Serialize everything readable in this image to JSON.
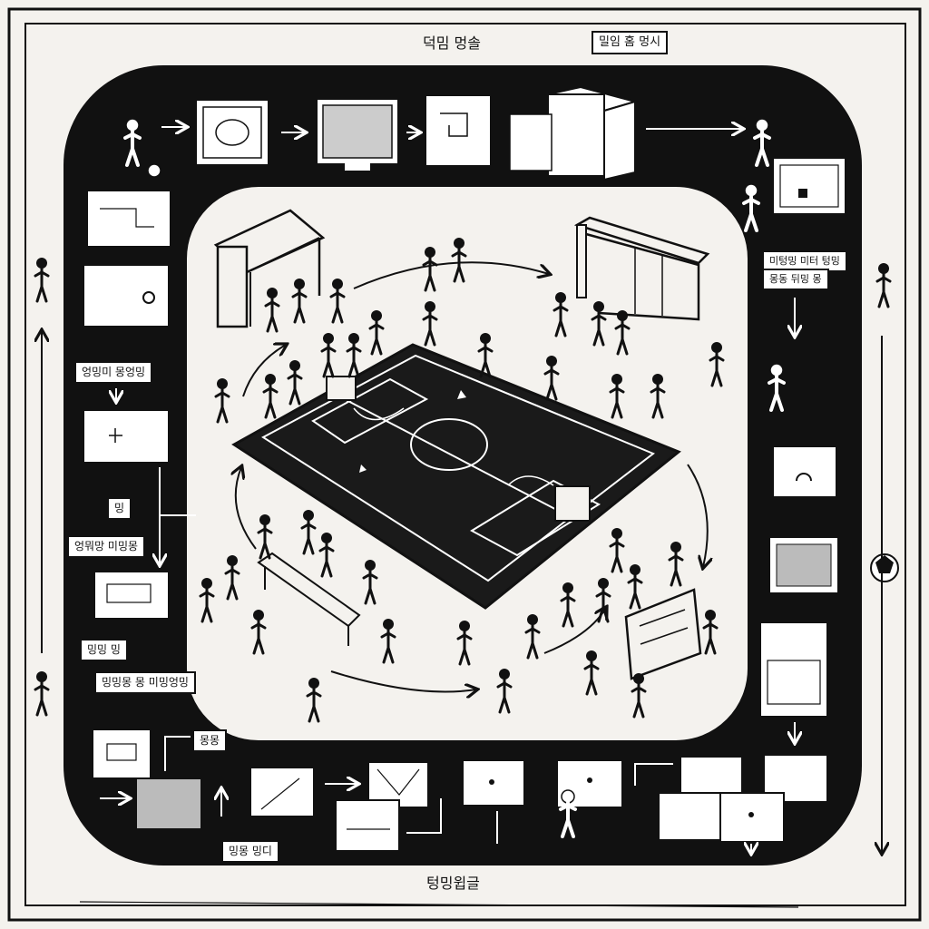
{
  "title_top": "덕밈 멍솔",
  "top_right_label": "밀임 홈 멍시",
  "bottom_title": "텅밍윕글",
  "right_labels": {
    "upper": "미텅밍 미터 텅밍",
    "lower": "몽동 뒤밍 몽"
  },
  "left_labels": {
    "l1": "엉밍미 몽엉밍",
    "l2": "밍",
    "l3": "엉뭐망 미밍몽",
    "l4": "밍밍 밍",
    "l5": "밍밍몽 몽 미밍엉밍"
  },
  "bottom_labels": {
    "b1": "몽몽",
    "b2": "밍몽 밍디"
  },
  "colors": {
    "ink": "#111111",
    "paper": "#f4f2ee",
    "white": "#ffffff",
    "field": "#1a1a1a"
  }
}
